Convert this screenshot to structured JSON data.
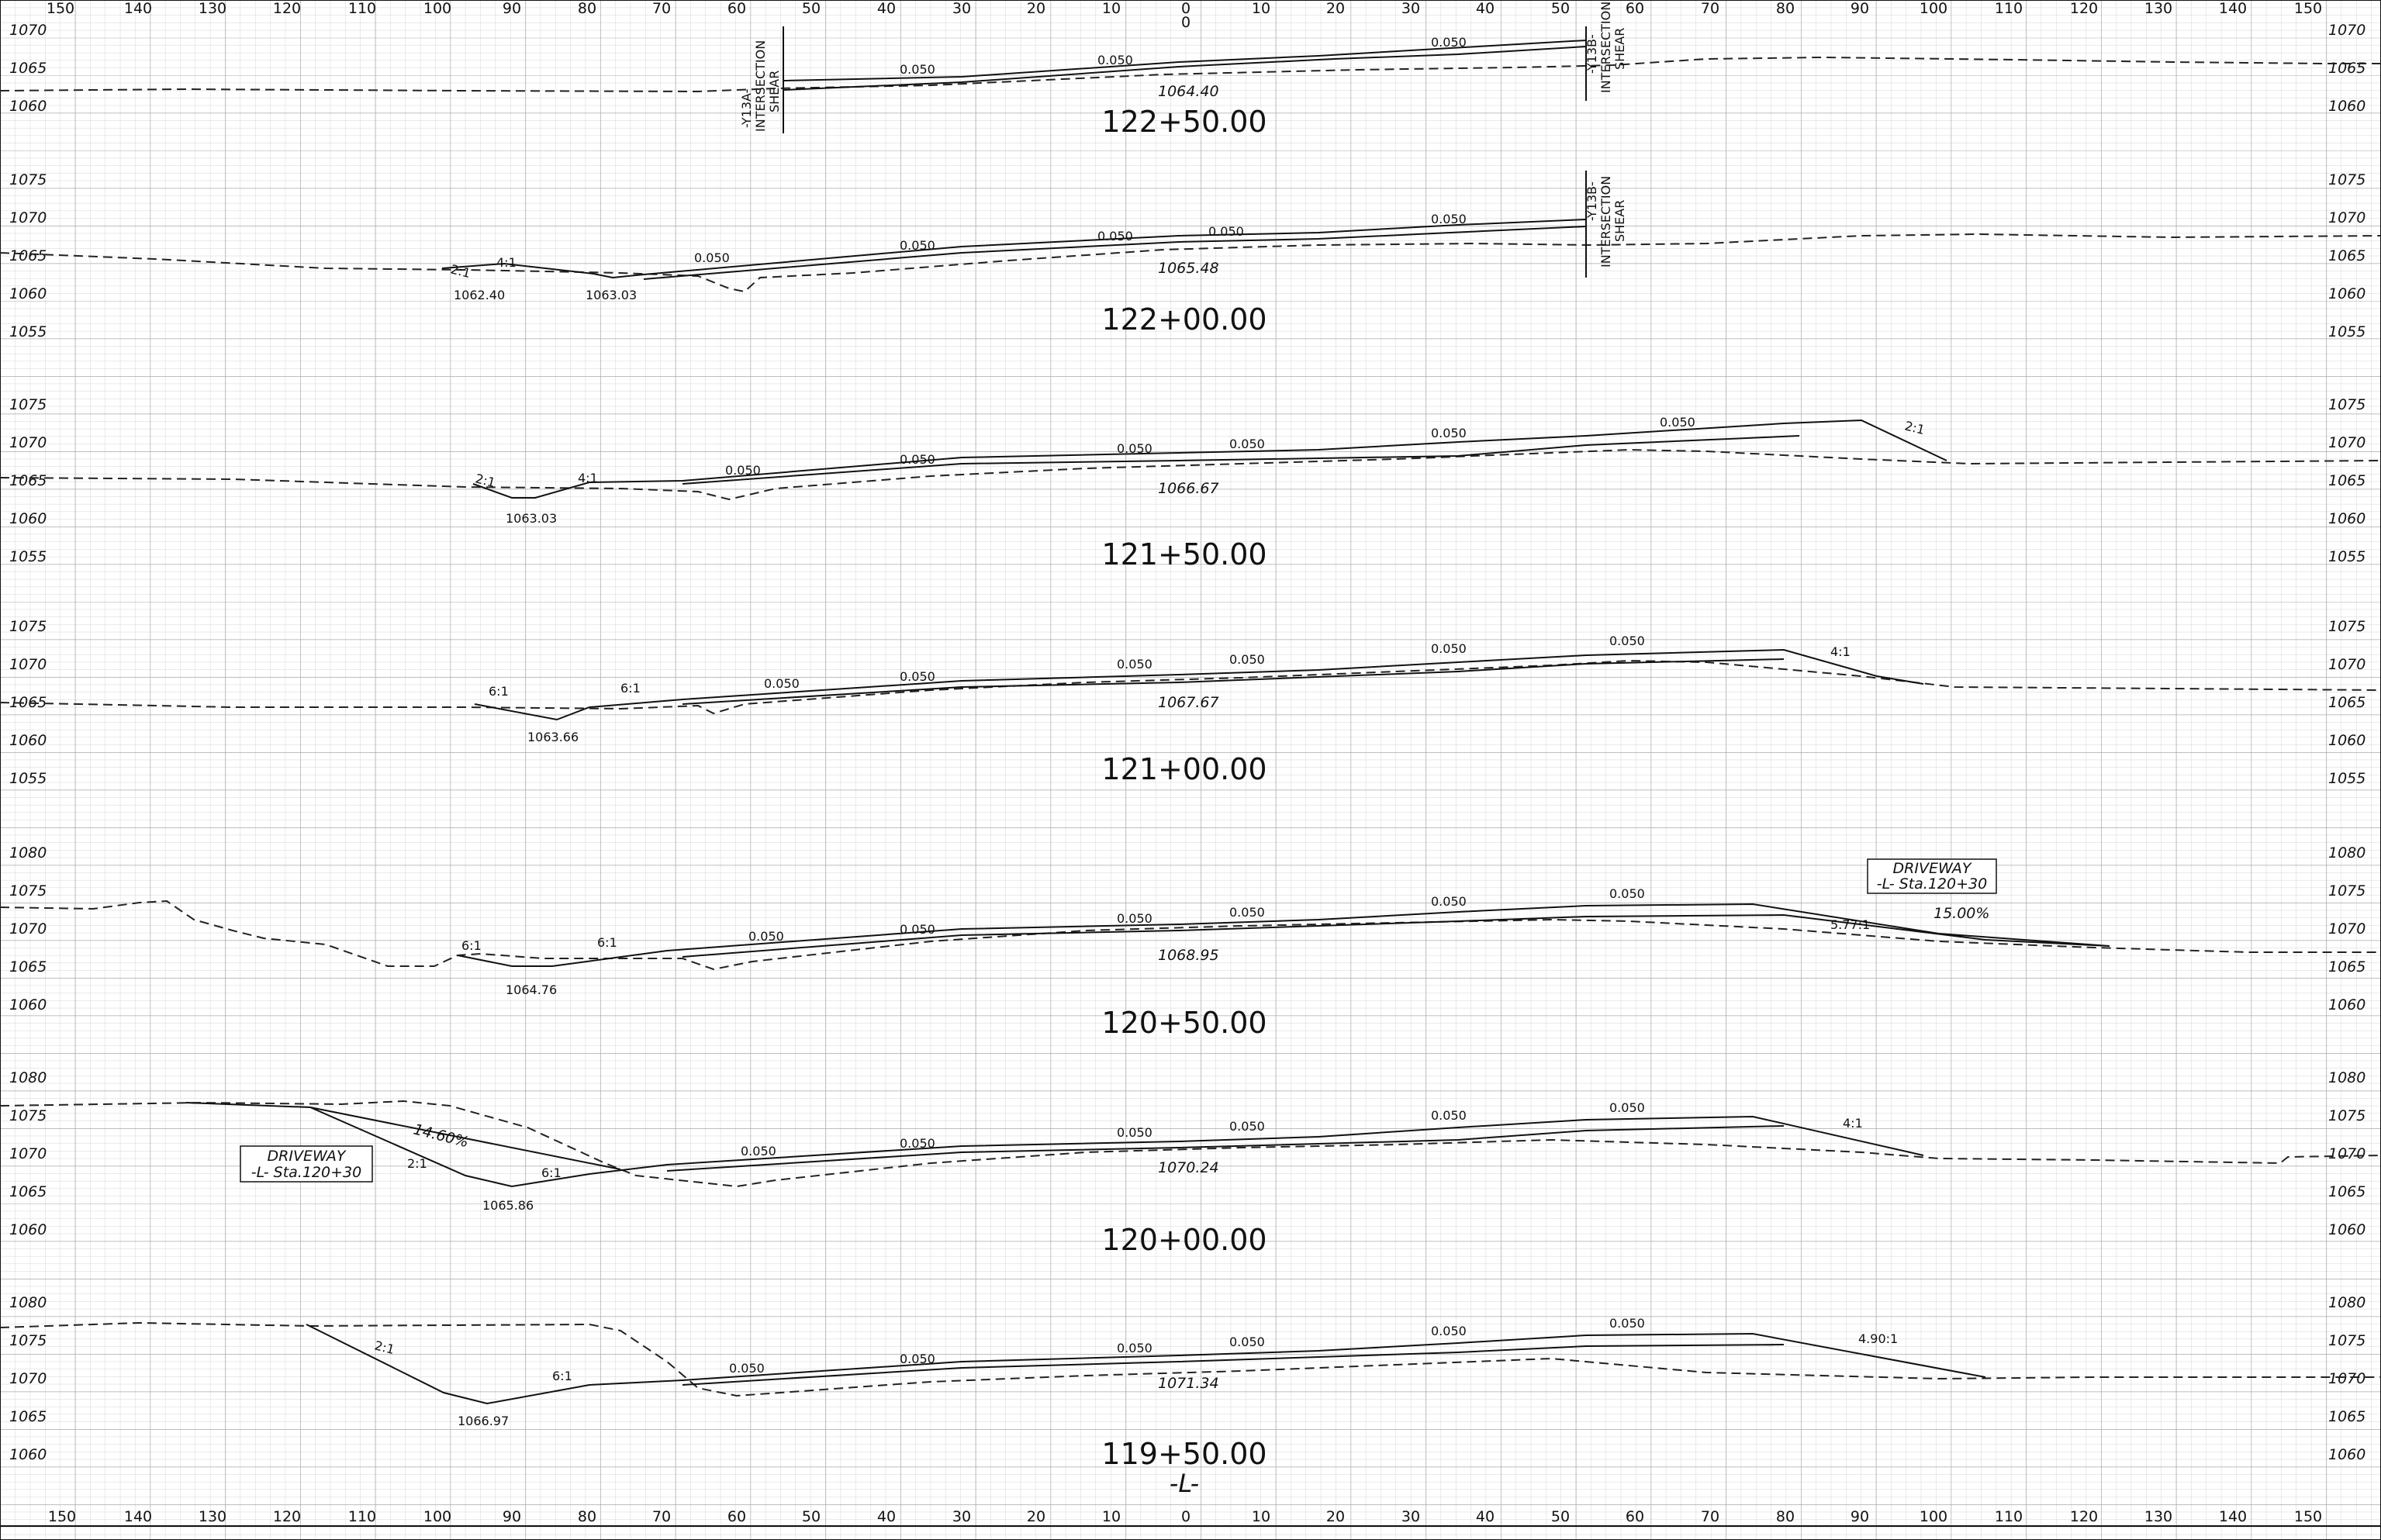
{
  "sheet": {
    "offset_labels_top": [
      "150",
      "140",
      "130",
      "120",
      "110",
      "100",
      "90",
      "80",
      "70",
      "60",
      "50",
      "40",
      "30",
      "20",
      "10",
      "0",
      "10",
      "20",
      "30",
      "40",
      "50",
      "60",
      "70",
      "80",
      "90",
      "100",
      "110",
      "120",
      "130",
      "140",
      "150"
    ],
    "offset_labels_bottom": [
      "150",
      "140",
      "130",
      "120",
      "110",
      "100",
      "90",
      "80",
      "70",
      "60",
      "50",
      "40",
      "30",
      "20",
      "10",
      "0",
      "10",
      "20",
      "30",
      "40",
      "50",
      "60",
      "70",
      "80",
      "90",
      "100",
      "110",
      "120",
      "130",
      "140",
      "150"
    ],
    "alignment_label": "-L-",
    "colors": {
      "grid": "#c8c8c8",
      "ink": "#111111",
      "ground": "#222222"
    }
  },
  "sections": [
    {
      "station": "122+50.00",
      "elevations": [
        "1070",
        "1065",
        "1060"
      ],
      "annotations": [
        {
          "text": "0.050"
        },
        {
          "text": "0.050"
        },
        {
          "text": "0.050"
        },
        {
          "text": "1064.40"
        },
        {
          "text": "-Y13A-"
        },
        {
          "text": "INTERSECTION"
        },
        {
          "text": "SHEAR"
        },
        {
          "text": "-Y13B-"
        },
        {
          "text": "INTERSECTION"
        },
        {
          "text": "SHEAR"
        }
      ]
    },
    {
      "station": "122+00.00",
      "elevations": [
        "1075",
        "1070",
        "1065",
        "1060",
        "1055"
      ],
      "annotations": [
        {
          "text": "2:1"
        },
        {
          "text": "4:1"
        },
        {
          "text": "0.050"
        },
        {
          "text": "0.050"
        },
        {
          "text": "0.050"
        },
        {
          "text": "0.050"
        },
        {
          "text": "0.050"
        },
        {
          "text": "1062.40"
        },
        {
          "text": "1063.03"
        },
        {
          "text": "1065.48"
        },
        {
          "text": "-Y13B-"
        },
        {
          "text": "INTERSECTION"
        },
        {
          "text": "SHEAR"
        }
      ]
    },
    {
      "station": "121+50.00",
      "elevations": [
        "1075",
        "1070",
        "1065",
        "1060",
        "1055"
      ],
      "annotations": [
        {
          "text": "2:1"
        },
        {
          "text": "4:1"
        },
        {
          "text": "0.050"
        },
        {
          "text": "0.050"
        },
        {
          "text": "0.050"
        },
        {
          "text": "0.050"
        },
        {
          "text": "0.050"
        },
        {
          "text": "0.050"
        },
        {
          "text": "2:1"
        },
        {
          "text": "1063.03"
        },
        {
          "text": "1066.67"
        }
      ]
    },
    {
      "station": "121+00.00",
      "elevations": [
        "1075",
        "1070",
        "1065",
        "1060",
        "1055"
      ],
      "annotations": [
        {
          "text": "6:1"
        },
        {
          "text": "6:1"
        },
        {
          "text": "0.050"
        },
        {
          "text": "0.050"
        },
        {
          "text": "0.050"
        },
        {
          "text": "0.050"
        },
        {
          "text": "0.050"
        },
        {
          "text": "0.050"
        },
        {
          "text": "4:1"
        },
        {
          "text": "1063.66"
        },
        {
          "text": "1067.67"
        }
      ]
    },
    {
      "station": "120+50.00",
      "elevations": [
        "1080",
        "1075",
        "1070",
        "1065",
        "1060"
      ],
      "annotations": [
        {
          "text": "6:1"
        },
        {
          "text": "6:1"
        },
        {
          "text": "0.050"
        },
        {
          "text": "0.050"
        },
        {
          "text": "0.050"
        },
        {
          "text": "0.050"
        },
        {
          "text": "0.050"
        },
        {
          "text": "0.050"
        },
        {
          "text": "5.77:1"
        },
        {
          "text": "15.00%"
        },
        {
          "text": "1064.76"
        },
        {
          "text": "1068.95"
        },
        {
          "text": "DRIVEWAY"
        },
        {
          "text": "-L-  Sta.120+30"
        }
      ]
    },
    {
      "station": "120+00.00",
      "elevations": [
        "1080",
        "1075",
        "1070",
        "1065",
        "1060"
      ],
      "annotations": [
        {
          "text": "14.60%"
        },
        {
          "text": "2:1"
        },
        {
          "text": "6:1"
        },
        {
          "text": "0.050"
        },
        {
          "text": "0.050"
        },
        {
          "text": "0.050"
        },
        {
          "text": "0.050"
        },
        {
          "text": "0.050"
        },
        {
          "text": "0.050"
        },
        {
          "text": "4:1"
        },
        {
          "text": "1065.86"
        },
        {
          "text": "1070.24"
        },
        {
          "text": "DRIVEWAY"
        },
        {
          "text": "-L-  Sta.120+30"
        }
      ]
    },
    {
      "station": "119+50.00",
      "elevations": [
        "1080",
        "1075",
        "1070",
        "1065",
        "1060"
      ],
      "annotations": [
        {
          "text": "2:1"
        },
        {
          "text": "6:1"
        },
        {
          "text": "0.050"
        },
        {
          "text": "0.050"
        },
        {
          "text": "0.050"
        },
        {
          "text": "0.050"
        },
        {
          "text": "0.050"
        },
        {
          "text": "0.050"
        },
        {
          "text": "4.90:1"
        },
        {
          "text": "1066.97"
        },
        {
          "text": "1071.34"
        }
      ]
    }
  ]
}
